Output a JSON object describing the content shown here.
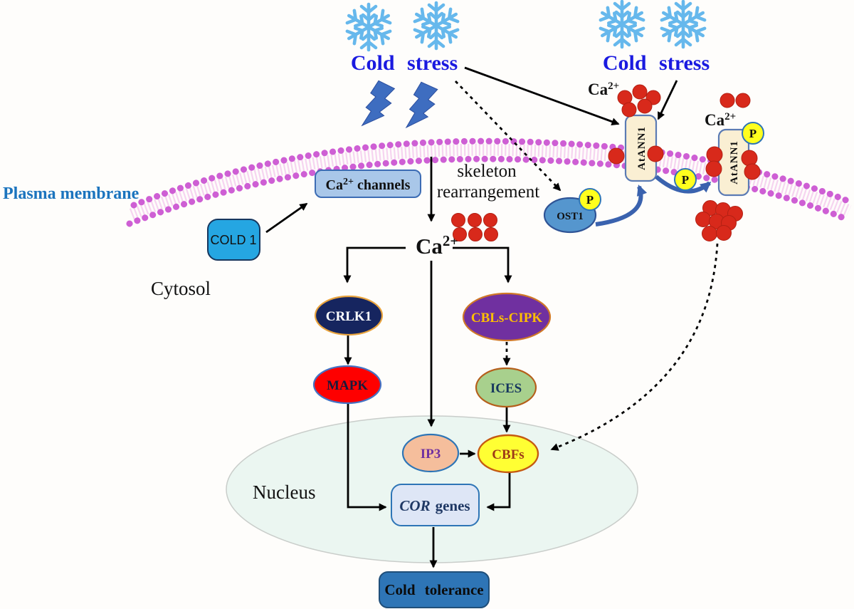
{
  "title": "Cold stress signaling pathway diagram",
  "labels": {
    "cold_stress_left": "Cold stress",
    "cold_stress_right": "Cold stress",
    "plasma_membrane": "Plasma membrane",
    "cytosol": "Cytosol",
    "nucleus": "Nucleus",
    "skeleton_line1": "skeleton",
    "skeleton_line2": "rearrangement",
    "ca_base": "Ca",
    "ca_sup": "2+",
    "channels_suffix": "channels",
    "cor_italic": "COR",
    "cor_suffix": "genes",
    "p": "P"
  },
  "nodes": {
    "cold1": "COLD 1",
    "crlk1": "CRLK1",
    "mapk": "MAPK",
    "cbls_cipk": "CBLs-CIPK",
    "ices": "ICES",
    "ip3": "IP3",
    "cbfs": "CBFs",
    "ost1": "OST1",
    "atann1": "AtANN1",
    "cold_tolerance": "Cold tolerance"
  },
  "colors": {
    "cold_stress_text": "#1a1ae0",
    "plasma_membrane_text": "#1b74be",
    "snowflake": "#66b8ec",
    "lightning": "#3e6dc0",
    "membrane_dots": "#ce5fd4",
    "membrane_band": "#f6d4f0",
    "calcium_dot": "#d8291b",
    "crlk1": "#16255f",
    "mapk": "#fe0000",
    "cbls_cipk": "#7030a0",
    "ices": "#a8d08d",
    "ip3": "#f5be9c",
    "cbfs": "#ffff33",
    "ost1": "#5596ce",
    "cold1": "#25a6e2",
    "ca_channels": "#a9c7e9",
    "cor_genes": "#dee6f6",
    "cold_tolerance": "#2e75b6",
    "atann1": "#faefd3",
    "nucleus": "#ebf6f1",
    "p_circle": "#ffff1e",
    "blue_arrow": "#3a62ae"
  }
}
